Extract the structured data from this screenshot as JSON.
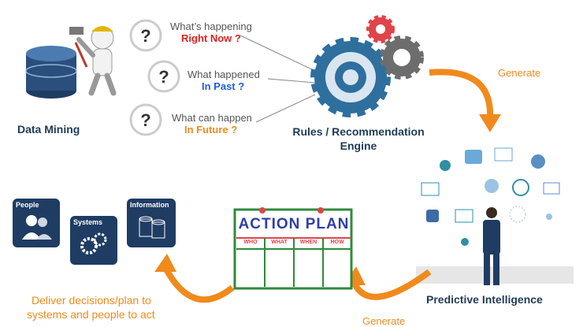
{
  "data_mining": {
    "label": "Data Mining"
  },
  "questions": [
    {
      "line1": "What’s happening",
      "line2": "Right Now ?",
      "color": "#e02020"
    },
    {
      "line1": "What  happened",
      "line2": "In Past ?",
      "color": "#1f5fd6"
    },
    {
      "line1": "What can happen",
      "line2": "In Future ?",
      "color": "#f08a1c"
    }
  ],
  "engine": {
    "line1": "Rules / Recommendation",
    "line2": "Engine"
  },
  "generate_top": "Generate",
  "generate_bottom": "Generate",
  "predictive": {
    "label": "Predictive Intelligence"
  },
  "action_plan": {
    "title": "ACTION PLAN",
    "columns": [
      "WHO",
      "WHAT",
      "WHEN",
      "HOW"
    ]
  },
  "tiles": [
    {
      "label": "People",
      "icon": "people-icon"
    },
    {
      "label": "Systems",
      "icon": "gears-icon"
    },
    {
      "label": "Information",
      "icon": "database-icon"
    }
  ],
  "deliver": {
    "line1": "Deliver decisions/plan to",
    "line2": "systems and people to act"
  },
  "colors": {
    "orange": "#f08a1c",
    "navy": "#1f3c63",
    "gear_blue": "#2e6f9e",
    "gear_red": "#e0434a",
    "gear_gray": "#6d6d6d"
  }
}
